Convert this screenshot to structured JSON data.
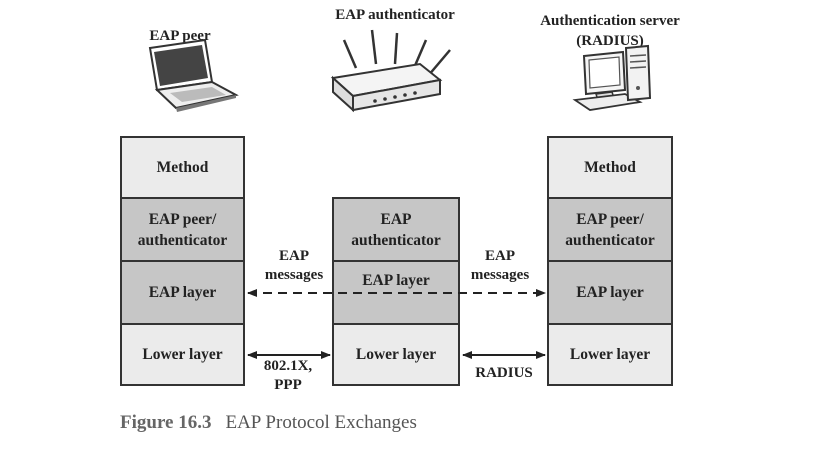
{
  "nodes": {
    "peer": {
      "title": "EAP peer",
      "icon": "laptop-icon"
    },
    "authenticator": {
      "title": "EAP authenticator",
      "icon": "wireless-router-icon"
    },
    "server": {
      "title": "Authentication server",
      "subtitle": "(RADIUS)",
      "icon": "desktop-computer-icon"
    }
  },
  "stacks": {
    "left": {
      "method": "Method",
      "peer_auth": "EAP peer/\nauthenticator",
      "eap_layer": "EAP layer",
      "lower": "Lower layer"
    },
    "middle": {
      "auth": "EAP\nauthenticator",
      "eap_layer": "EAP layer",
      "lower": "Lower layer"
    },
    "right": {
      "method": "Method",
      "peer_auth": "EAP peer/\nauthenticator",
      "eap_layer": "EAP layer",
      "lower": "Lower layer"
    }
  },
  "arrows": {
    "left_messages": "EAP\nmessages",
    "right_messages": "EAP\nmessages",
    "left_lower": "802.1X,\nPPP",
    "right_lower": "RADIUS"
  },
  "colors": {
    "light_box": "#ebebeb",
    "dark_box": "#c6c6c6",
    "border": "#333333"
  },
  "caption": {
    "number": "Figure 16.3",
    "title": "EAP Protocol Exchanges"
  }
}
